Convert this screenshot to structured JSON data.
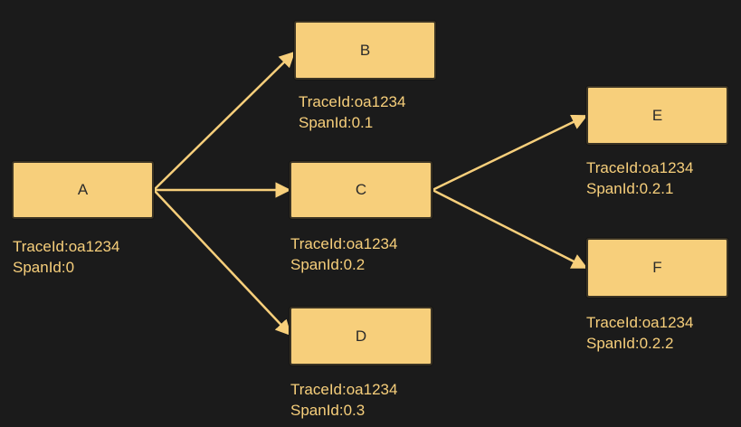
{
  "colors": {
    "background": "#1b1b1b",
    "node_fill": "#f7cf7b",
    "edge": "#f7cf7b",
    "caption_text": "#f7cf7b",
    "node_text": "#2b2b2b"
  },
  "nodes": {
    "A": {
      "label": "A",
      "trace": "TraceId:oa1234",
      "span": "SpanId:0"
    },
    "B": {
      "label": "B",
      "trace": "TraceId:oa1234",
      "span": "SpanId:0.1"
    },
    "C": {
      "label": "C",
      "trace": "TraceId:oa1234",
      "span": "SpanId:0.2"
    },
    "D": {
      "label": "D",
      "trace": "TraceId:oa1234",
      "span": "SpanId:0.3"
    },
    "E": {
      "label": "E",
      "trace": "TraceId:oa1234",
      "span": "SpanId:0.2.1"
    },
    "F": {
      "label": "F",
      "trace": "TraceId:oa1234",
      "span": "SpanId:0.2.2"
    }
  },
  "edges": [
    {
      "from": "A",
      "to": "B"
    },
    {
      "from": "A",
      "to": "C"
    },
    {
      "from": "A",
      "to": "D"
    },
    {
      "from": "C",
      "to": "E"
    },
    {
      "from": "C",
      "to": "F"
    }
  ]
}
